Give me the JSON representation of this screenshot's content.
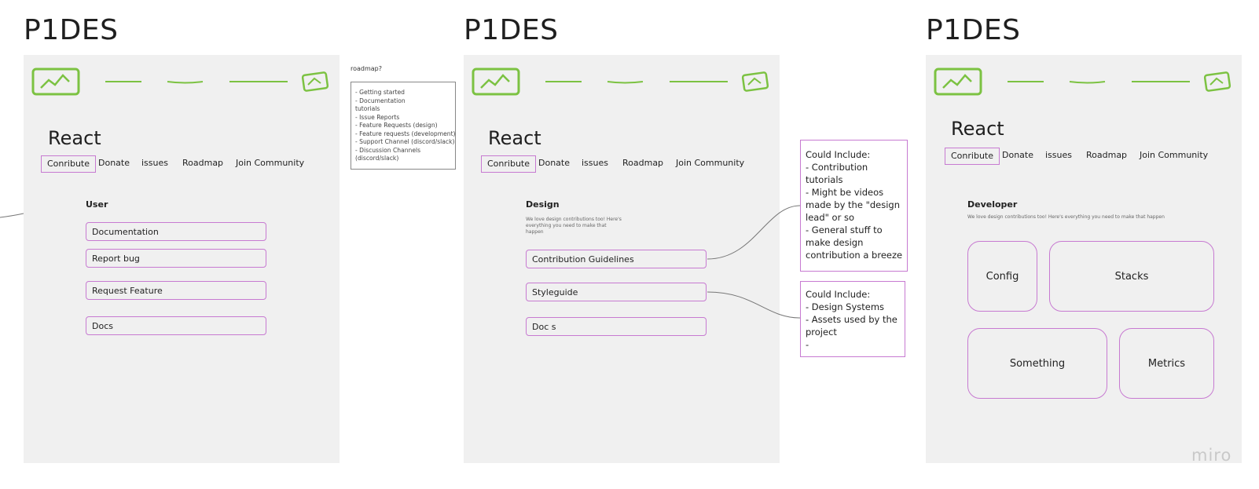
{
  "frames": [
    {
      "title": "P1DES",
      "react_label": "React",
      "nav": [
        "Conribute",
        "Donate",
        "issues",
        "Roadmap",
        "Join Community"
      ],
      "section_title": "User",
      "items": [
        "Documentation",
        "Report bug",
        "Request Feature",
        "Docs"
      ]
    },
    {
      "title": "P1DES",
      "react_label": "React",
      "nav": [
        "Conribute",
        "Donate",
        "issues",
        "Roadmap",
        "Join Community"
      ],
      "section_title": "Design",
      "description": [
        "We love design contributions too! Here's",
        "everything you need to make that",
        "happen"
      ],
      "items": [
        "Contribution Guidelines",
        "Styleguide",
        "Doc s"
      ]
    },
    {
      "title": "P1DES",
      "react_label": "React",
      "nav": [
        "Conribute",
        "Donate",
        "issues",
        "Roadmap",
        "Join Community"
      ],
      "section_title": "Developer",
      "description": [
        "We love design contributions too! Here's everything you need to make that happen"
      ],
      "tiles": [
        "Config",
        "Stacks",
        "Something",
        "Metrics"
      ]
    }
  ],
  "roadmap_note": {
    "label": "roadmap?",
    "lines": [
      "- Getting started",
      "- Documentation",
      "tutorials",
      "- Issue Reports",
      "- Feature Requests (design)",
      "- Feature requests (development)",
      "- Support Channel (discord/slack)",
      "- Discussion Channels",
      "(discord/slack)"
    ]
  },
  "note_contribution": {
    "lines": [
      "Could Include:",
      "- Contribution",
      "tutorials",
      "- Might be videos",
      "made by the \"design",
      "lead\" or so",
      "- General stuff to",
      "make design",
      "contribution a breeze"
    ]
  },
  "note_styleguide": {
    "lines": [
      "Could Include:",
      "- Design Systems",
      "- Assets used by the",
      "project",
      "-"
    ]
  },
  "watermark": "miro",
  "colors": {
    "frame_bg": "#f0f0f0",
    "accent_purple": "#c77ad1",
    "sketch_green": "#7cc242",
    "connector_gray": "#777777"
  }
}
